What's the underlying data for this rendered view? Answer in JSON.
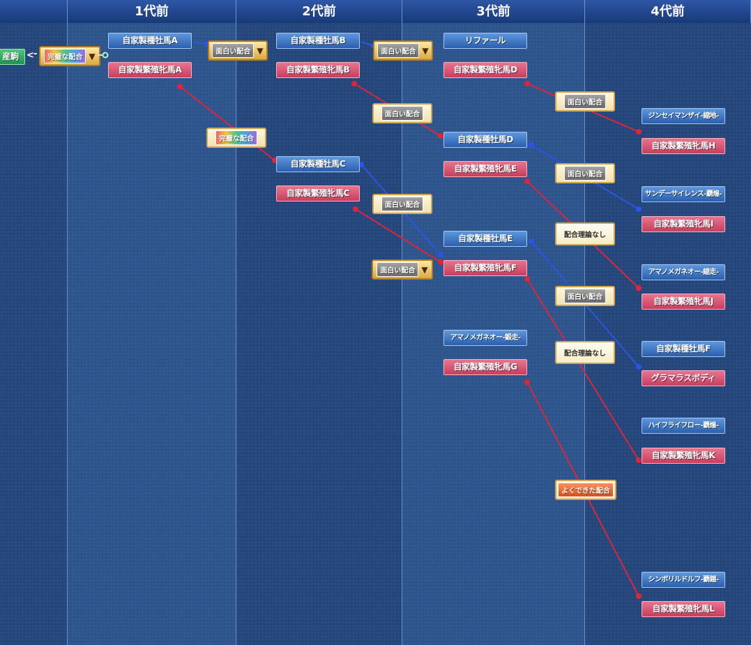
{
  "headers": [
    "1代前",
    "2代前",
    "3代前",
    "4代前"
  ],
  "foal": {
    "label": "産駒"
  },
  "connectors": {
    "arrow_left": "<",
    "dash": "-"
  },
  "gen1": {
    "sire": "自家製種牡馬A",
    "dam": "自家製繁殖牝馬A",
    "badge_foal": "完璧な配合",
    "badge_sire": "面白い配合",
    "badge_dam": "完璧な配合"
  },
  "gen2": {
    "sire_b": "自家製種牡馬B",
    "dam_b": "自家製繁殖牝馬B",
    "sire_c": "自家製種牡馬C",
    "dam_c": "自家製繁殖牝馬C",
    "badge_b_sire": "面白い配合",
    "badge_b_dam": "面白い配合",
    "badge_c_sire": "面白い配合",
    "badge_c_dam": "面白い配合"
  },
  "gen3": {
    "sire_1": "リファール",
    "dam_d": "自家製繁殖牝馬D",
    "sire_d": "自家製種牡馬D",
    "dam_e": "自家製繁殖牝馬E",
    "sire_e": "自家製種牡馬E",
    "dam_f": "自家製繁殖牝馬F",
    "sire_4": "アマノメガネオー-鍛走-",
    "dam_g": "自家製繁殖牝馬G",
    "badge_d": "面白い配合",
    "badge_e_sire": "面白い配合",
    "badge_e_dam": "配合理論なし",
    "badge_f_sire": "面白い配合",
    "badge_f_dam": "配合理論なし",
    "badge_g": "よくできた配合"
  },
  "gen4": {
    "sire_1": "ジンセイマンザイ-縮地-",
    "dam_h": "自家製繁殖牝馬H",
    "sire_2": "サンデーサイレンス-覇煌-",
    "dam_i": "自家製繁殖牝馬I",
    "sire_3": "アマノメガネオー-縮走-",
    "dam_j": "自家製繁殖牝馬J",
    "sire_f": "自家製種牡馬F",
    "dam_4": "グラマラスボディ",
    "sire_5": "ハイフライフロー-覇煌-",
    "dam_k": "自家製繁殖牝馬K",
    "sire_6": "シンボリルドルフ-覇鎧-",
    "dam_l": "自家製繁殖牝馬L"
  },
  "colors": {
    "sire": "#3d74c6",
    "dam": "#d9546f",
    "link_red": "#e0243a",
    "link_blue": "#2b55e6"
  }
}
